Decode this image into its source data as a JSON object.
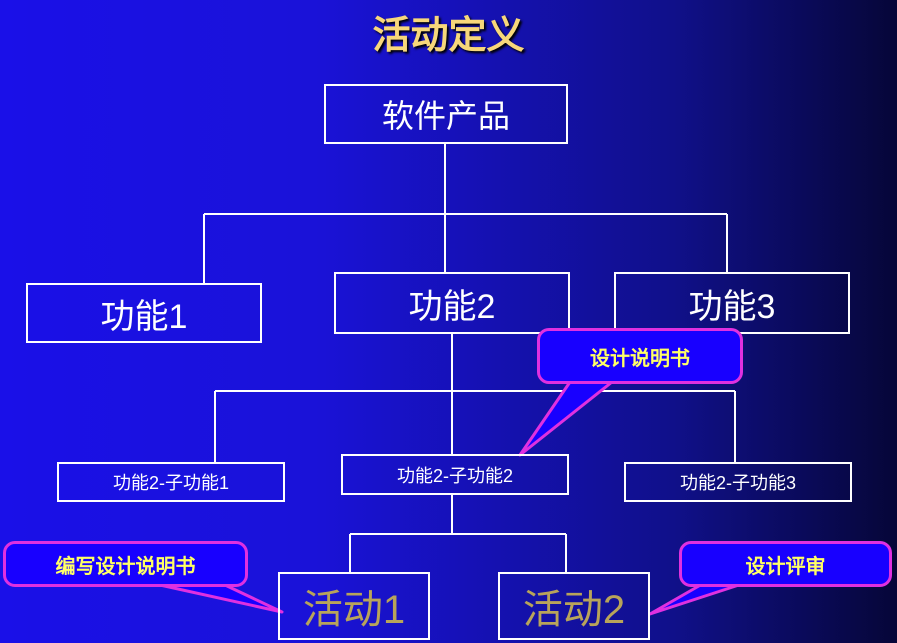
{
  "title": "活动定义",
  "root": {
    "label": "软件产品"
  },
  "functions": [
    {
      "label": "功能1"
    },
    {
      "label": "功能2"
    },
    {
      "label": "功能3"
    }
  ],
  "sub_functions": [
    {
      "label": "功能2-子功能1"
    },
    {
      "label": "功能2-子功能2"
    },
    {
      "label": "功能2-子功能3"
    }
  ],
  "activities": [
    {
      "label": "活动1"
    },
    {
      "label": "活动2"
    }
  ],
  "callouts": {
    "design_spec": "设计说明书",
    "write_design_spec": "编写设计说明书",
    "design_review": "设计评审"
  },
  "colors": {
    "title": "#f7d77a",
    "callout_text": "#ffff66",
    "callout_border": "#e030e0",
    "callout_fill": "#1800ff",
    "activity_text": "#b8a45a"
  }
}
